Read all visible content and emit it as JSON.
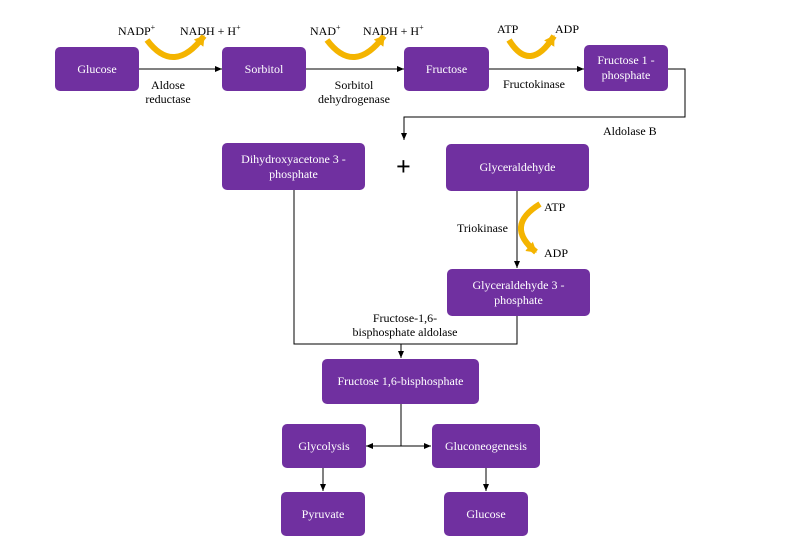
{
  "colors": {
    "node_fill": "#7030a0",
    "node_text": "#ffffff",
    "arrow": "#000000",
    "cofactor_arrow": "#f4b400"
  },
  "nodes": {
    "glucose": "Glucose",
    "sorbitol": "Sorbitol",
    "fructose": "Fructose",
    "fructose_1_phosphate": "Fructose 1 - phosphate",
    "dhap": "Dihydroxyacetone 3 - phosphate",
    "glyceraldehyde": "Glyceraldehyde",
    "glyceraldehyde_3_phosphate": "Glyceraldehyde 3 - phosphate",
    "fructose_16_bisphosphate": "Fructose 1,6-bisphosphate",
    "glycolysis": "Glycolysis",
    "gluconeogenesis": "Gluconeogenesis",
    "pyruvate": "Pyruvate",
    "glucose_product": "Glucose"
  },
  "enzymes": {
    "aldose_reductase": [
      "Aldose",
      "reductase"
    ],
    "sorbitol_dehydrogenase": [
      "Sorbitol",
      "dehydrogenase"
    ],
    "fructokinase": "Fructokinase",
    "aldolase_b": "Aldolase B",
    "triokinase": "Triokinase",
    "fructose_16_bisphosphate_aldolase": [
      "Fructose-1,6-",
      "bisphosphate aldolase"
    ]
  },
  "cofactors": {
    "step1_in": {
      "text": "NADP",
      "sup": "+"
    },
    "step1_out": {
      "text": "NADH + H",
      "sup": "+"
    },
    "step2_in": {
      "text": "NAD",
      "sup": "+"
    },
    "step2_out": {
      "text": "NADH + H",
      "sup": "+"
    },
    "step3_in": "ATP",
    "step3_out": "ADP",
    "triokinase_in": "ATP",
    "triokinase_out": "ADP"
  },
  "plus_sign": "+"
}
